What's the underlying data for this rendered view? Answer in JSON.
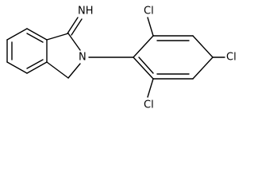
{
  "molecule": {
    "labels": {
      "imine": "NH",
      "ring_nitrogen": "N",
      "chloro_top": "Cl",
      "chloro_para": "Cl",
      "chloro_bottom": "Cl"
    }
  }
}
